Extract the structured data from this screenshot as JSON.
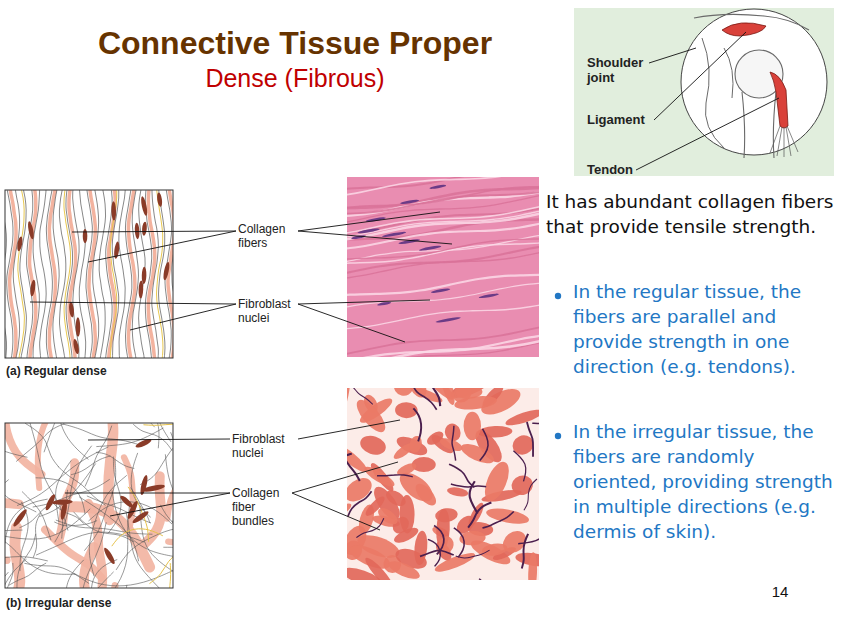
{
  "diagram": {
    "title": "Connective Tissue Proper",
    "nodes": [
      {
        "text": [
          "Shoulder joint",
          "Ligament",
          "Tendon"
        ]
      }
    ],
    "labels": [
      "Dense (Fibrous)",
      "Collagen fibers",
      "Fibroblast nuclei",
      "(a) Regular dense",
      "Fibroblast nuclei",
      "Collagen fiber bundles",
      "(b) Irregular dense",
      "It has abundant collagen fibers that provide tensile strength.",
      "In the regular tissue, the fibers are parallel and provide strength in one direction (e.g. tendons).",
      "In the irregular tissue, the fibers are randomly oriented, providing strength in multiple directions (e.g. dermis of skin).",
      "14"
    ]
  }
}
